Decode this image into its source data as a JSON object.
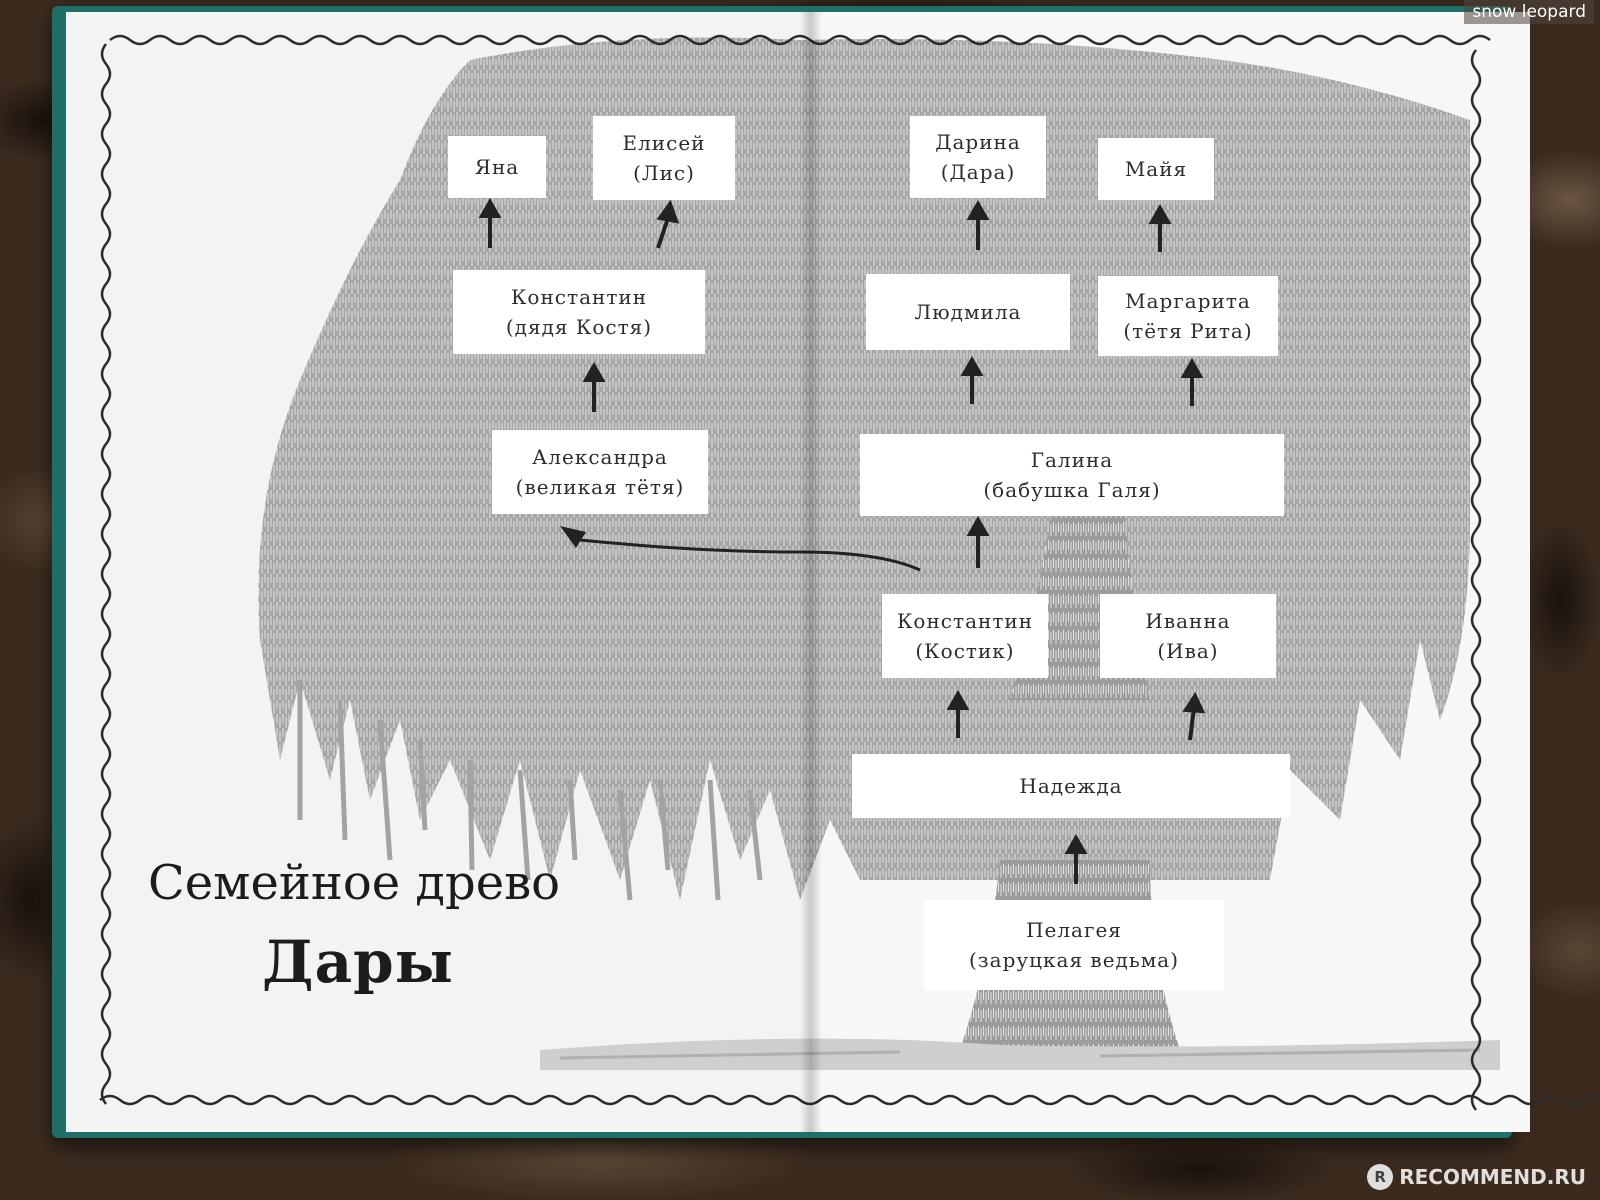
{
  "title": {
    "line1": "Семейное древо",
    "line2": "Дары"
  },
  "tree": {
    "yana": [
      "Яна"
    ],
    "elisey": [
      "Елисей",
      "(Лис)"
    ],
    "konstantin_uncle": [
      "Константин",
      "(дядя Костя)"
    ],
    "alexandra": [
      "Александра",
      "(великая тётя)"
    ],
    "darina": [
      "Дарина",
      "(Дара)"
    ],
    "mayya": [
      "Майя"
    ],
    "lyudmila": [
      "Людмила"
    ],
    "margarita": [
      "Маргарита",
      "(тётя Рита)"
    ],
    "galina": [
      "Галина",
      "(бабушка Галя)"
    ],
    "konstantin_kostik": [
      "Константин",
      "(Костик)"
    ],
    "ivanna": [
      "Иванна",
      "(Ива)"
    ],
    "nadezhda": [
      "Надежда"
    ],
    "pelageya": [
      "Пелагея",
      "(заруцкая ведьма)"
    ]
  },
  "watermarks": {
    "top": "snow leopard",
    "bottom": "RECOMMEND.RU",
    "bottom_badge": "R"
  }
}
